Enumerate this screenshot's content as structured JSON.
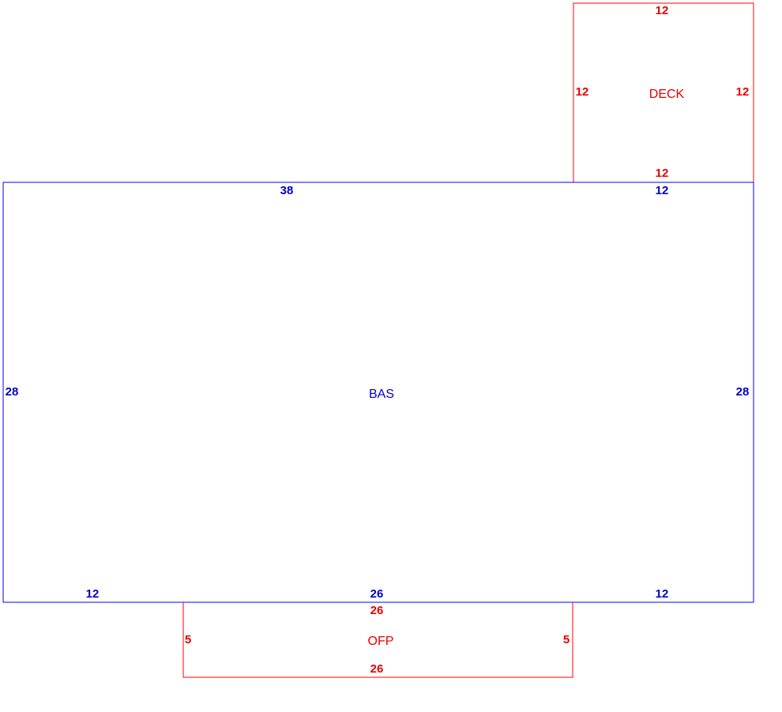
{
  "colors": {
    "blue": "#0000ff",
    "blue_text": "#0000c8",
    "red": "#ff0000",
    "red_text": "#e60000"
  },
  "deck": {
    "label": "DECK",
    "top": "12",
    "left": "12",
    "right": "12",
    "bottom": "12"
  },
  "bas": {
    "label": "BAS",
    "top_main": "38",
    "top_right": "12",
    "left": "28",
    "right": "28",
    "bottom_left": "12",
    "bottom_middle": "26",
    "bottom_right": "12"
  },
  "ofp": {
    "label": "OFP",
    "top": "26",
    "left": "5",
    "right": "5",
    "bottom": "26"
  }
}
